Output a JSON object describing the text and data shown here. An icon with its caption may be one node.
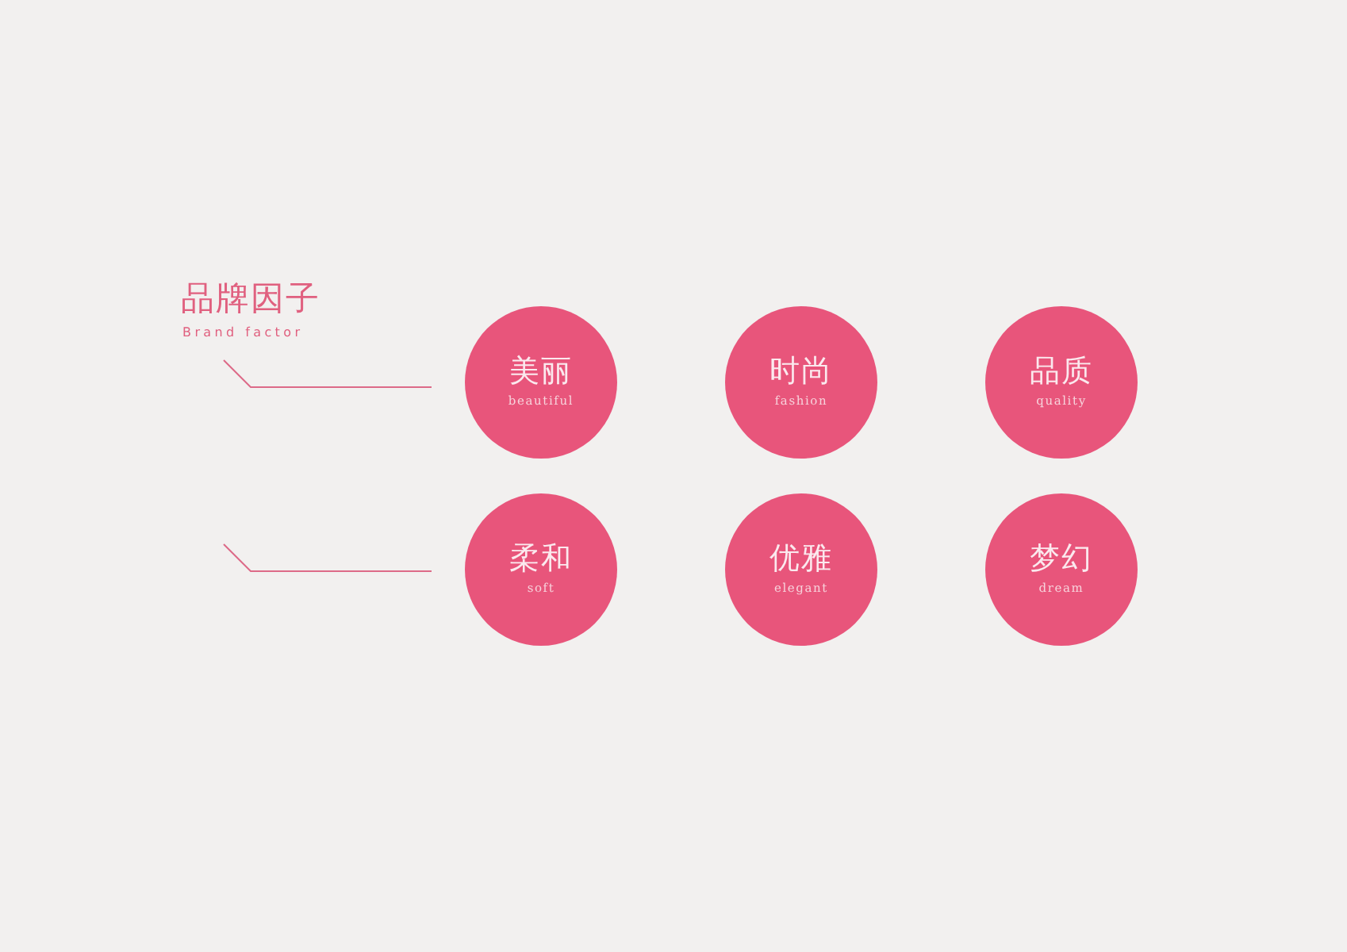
{
  "diagram": {
    "title": "品牌因子",
    "nodes": [
      {
        "text": [
          "美丽",
          "beautiful"
        ]
      },
      {
        "text": [
          "时尚",
          "fashion"
        ]
      },
      {
        "text": [
          "品质",
          "quality"
        ]
      },
      {
        "text": [
          "柔和",
          "soft"
        ]
      },
      {
        "text": [
          "优雅",
          "elegant"
        ]
      },
      {
        "text": [
          "梦幻",
          "dream"
        ]
      }
    ],
    "labels": [
      "Brand factor"
    ]
  }
}
